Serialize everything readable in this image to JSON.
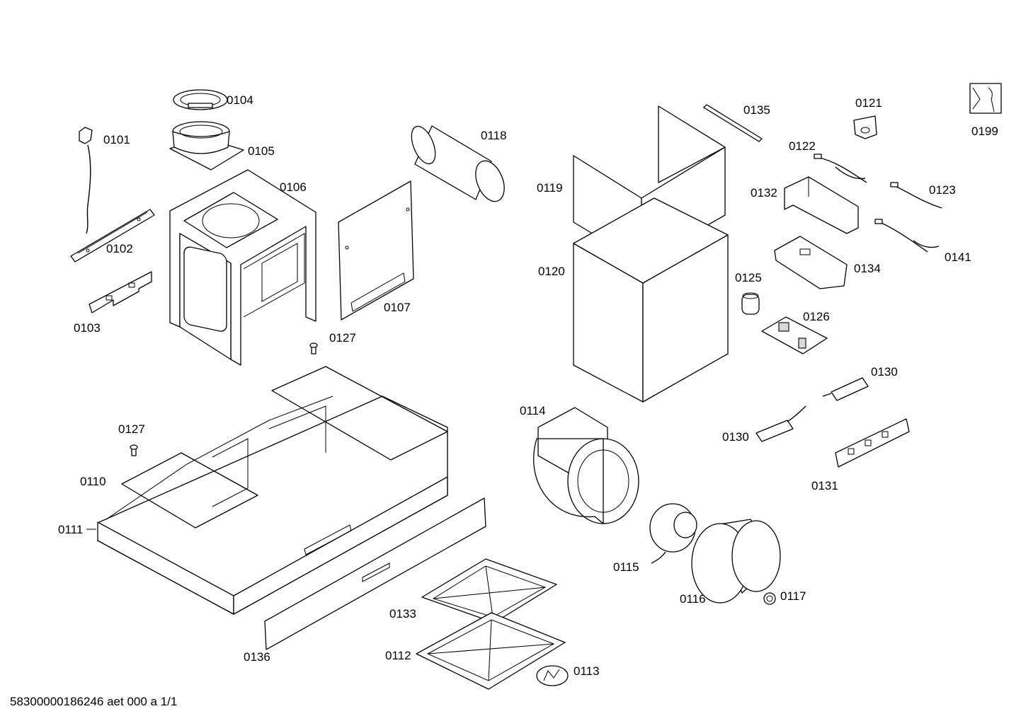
{
  "diagram": {
    "parts": [
      {
        "id": "p0101",
        "number": "0101"
      },
      {
        "id": "p0102",
        "number": "0102"
      },
      {
        "id": "p0103",
        "number": "0103"
      },
      {
        "id": "p0104",
        "number": "0104"
      },
      {
        "id": "p0105",
        "number": "0105"
      },
      {
        "id": "p0106",
        "number": "0106"
      },
      {
        "id": "p0107",
        "number": "0107"
      },
      {
        "id": "p0110",
        "number": "0110"
      },
      {
        "id": "p0111",
        "number": "0111"
      },
      {
        "id": "p0112",
        "number": "0112"
      },
      {
        "id": "p0113",
        "number": "0113"
      },
      {
        "id": "p0114",
        "number": "0114"
      },
      {
        "id": "p0115",
        "number": "0115"
      },
      {
        "id": "p0116",
        "number": "0116"
      },
      {
        "id": "p0117",
        "number": "0117"
      },
      {
        "id": "p0118",
        "number": "0118"
      },
      {
        "id": "p0119",
        "number": "0119"
      },
      {
        "id": "p0120",
        "number": "0120"
      },
      {
        "id": "p0121",
        "number": "0121"
      },
      {
        "id": "p0122",
        "number": "0122"
      },
      {
        "id": "p0123",
        "number": "0123"
      },
      {
        "id": "p0125",
        "number": "0125"
      },
      {
        "id": "p0126",
        "number": "0126"
      },
      {
        "id": "p0127a",
        "number": "0127"
      },
      {
        "id": "p0127b",
        "number": "0127"
      },
      {
        "id": "p0130a",
        "number": "0130"
      },
      {
        "id": "p0130b",
        "number": "0130"
      },
      {
        "id": "p0131",
        "number": "0131"
      },
      {
        "id": "p0132",
        "number": "0132"
      },
      {
        "id": "p0133",
        "number": "0133"
      },
      {
        "id": "p0134",
        "number": "0134"
      },
      {
        "id": "p0135",
        "number": "0135"
      },
      {
        "id": "p0136",
        "number": "0136"
      },
      {
        "id": "p0141",
        "number": "0141"
      },
      {
        "id": "p0199",
        "number": "0199"
      }
    ],
    "footer": "58300000186246 aet 000 a 1/1"
  }
}
